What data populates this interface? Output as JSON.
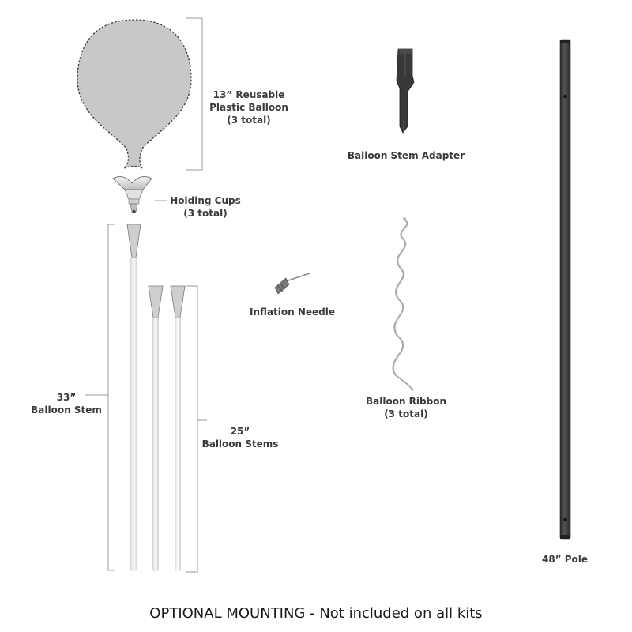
{
  "labels": {
    "balloon": [
      "13” Reusable",
      "Plastic Balloon",
      "(3 total)"
    ],
    "cups": [
      "Holding Cups",
      "(3 total)"
    ],
    "stem33": [
      "33”",
      "Balloon Stem"
    ],
    "stem25": [
      "25”",
      "Balloon Stems"
    ],
    "needle": [
      "Inflation Needle"
    ],
    "adapter": [
      "Balloon Stem Adapter"
    ],
    "ribbon": [
      "Balloon Ribbon",
      "(3 total)"
    ],
    "pole": [
      "48” Pole"
    ]
  },
  "footer": "OPTIONAL MOUNTING - Not included on all kits",
  "colors": {
    "balloon_fill": "#c8c8c8",
    "pole": "#3b3b3b",
    "stem": "#e9e9e9",
    "label": "#3a3a3a",
    "bracket": "#9a9a9a"
  }
}
